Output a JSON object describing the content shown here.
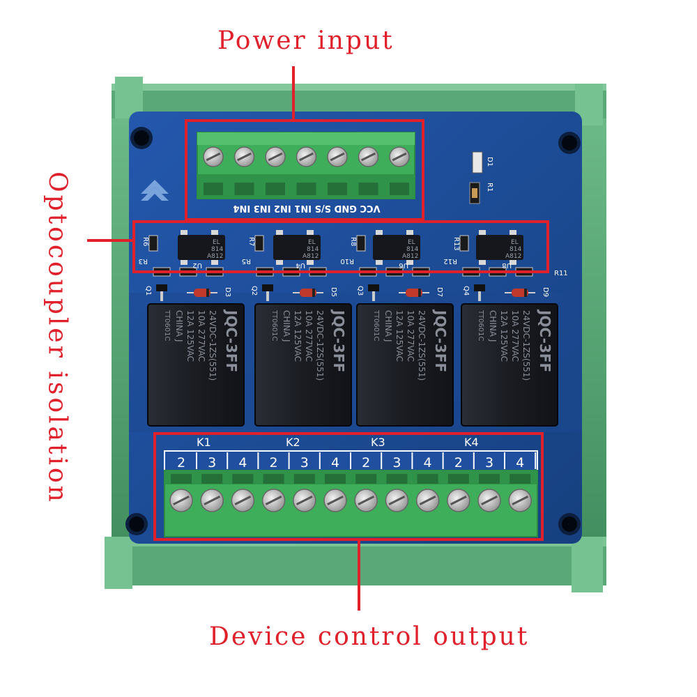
{
  "annotations": {
    "power_input": "Power input",
    "optocoupler": "Optocoupler isolation",
    "output": "Device control output"
  },
  "input_terminal_labels": [
    "IN4",
    "IN3",
    "IN2",
    "IN1",
    "S/S",
    "GND",
    "VCC"
  ],
  "optocouplers": [
    {
      "line1": "EL",
      "line2": "814",
      "line3": "A812"
    },
    {
      "line1": "EL",
      "line2": "814",
      "line3": "A812"
    },
    {
      "line1": "EL",
      "line2": "814",
      "line3": "A812"
    },
    {
      "line1": "EL",
      "line2": "814",
      "line3": "A812"
    }
  ],
  "relays": [
    {
      "designator": "K1",
      "model": "JQC-3FF",
      "spec1": "24VDC-1ZS(551)",
      "spec2": "10A 277VAC",
      "spec3": "12A 125VAC",
      "spec4": "CHINA J",
      "batch": "TT0601C"
    },
    {
      "designator": "K2",
      "model": "JQC-3FF",
      "spec1": "24VDC-1ZS(551)",
      "spec2": "10A 277VAC",
      "spec3": "12A 125VAC",
      "spec4": "CHINA J",
      "batch": "TT0601C"
    },
    {
      "designator": "K3",
      "model": "JQC-3FF",
      "spec1": "24VDC-1ZS(551)",
      "spec2": "10A 277VAC",
      "spec3": "12A 125VAC",
      "spec4": "CHINA J",
      "batch": "TT0601C"
    },
    {
      "designator": "K4",
      "model": "JQC-3FF",
      "spec1": "24VDC-1ZS(551)",
      "spec2": "10A 277VAC",
      "spec3": "12A 125VAC",
      "spec4": "CHINA J",
      "batch": "TT0601C"
    }
  ],
  "output_pin_numbers": [
    "2",
    "3",
    "4",
    "2",
    "3",
    "4",
    "2",
    "3",
    "4",
    "2",
    "3",
    "4"
  ],
  "component_labels": {
    "resistors_top": [
      "R6",
      "R7",
      "R8",
      "R13"
    ],
    "resistors_mid": [
      "R3",
      "R5",
      "R10",
      "R12"
    ],
    "transistors": [
      "Q1",
      "Q2",
      "Q3",
      "Q4"
    ],
    "diodes": [
      "D3",
      "D5",
      "D7",
      "D9"
    ],
    "opto_refs": [
      "U2",
      "U4",
      "U6",
      "U8"
    ],
    "led_ref": "D1",
    "led_resistor": "R1",
    "r11": "R11"
  },
  "colors": {
    "annotation": "#e0202a",
    "pcb_blue": "#1f4f9e",
    "din_green": "#4a9c6a",
    "terminal_green": "#3fae5a",
    "relay_black": "#1a1c22"
  }
}
